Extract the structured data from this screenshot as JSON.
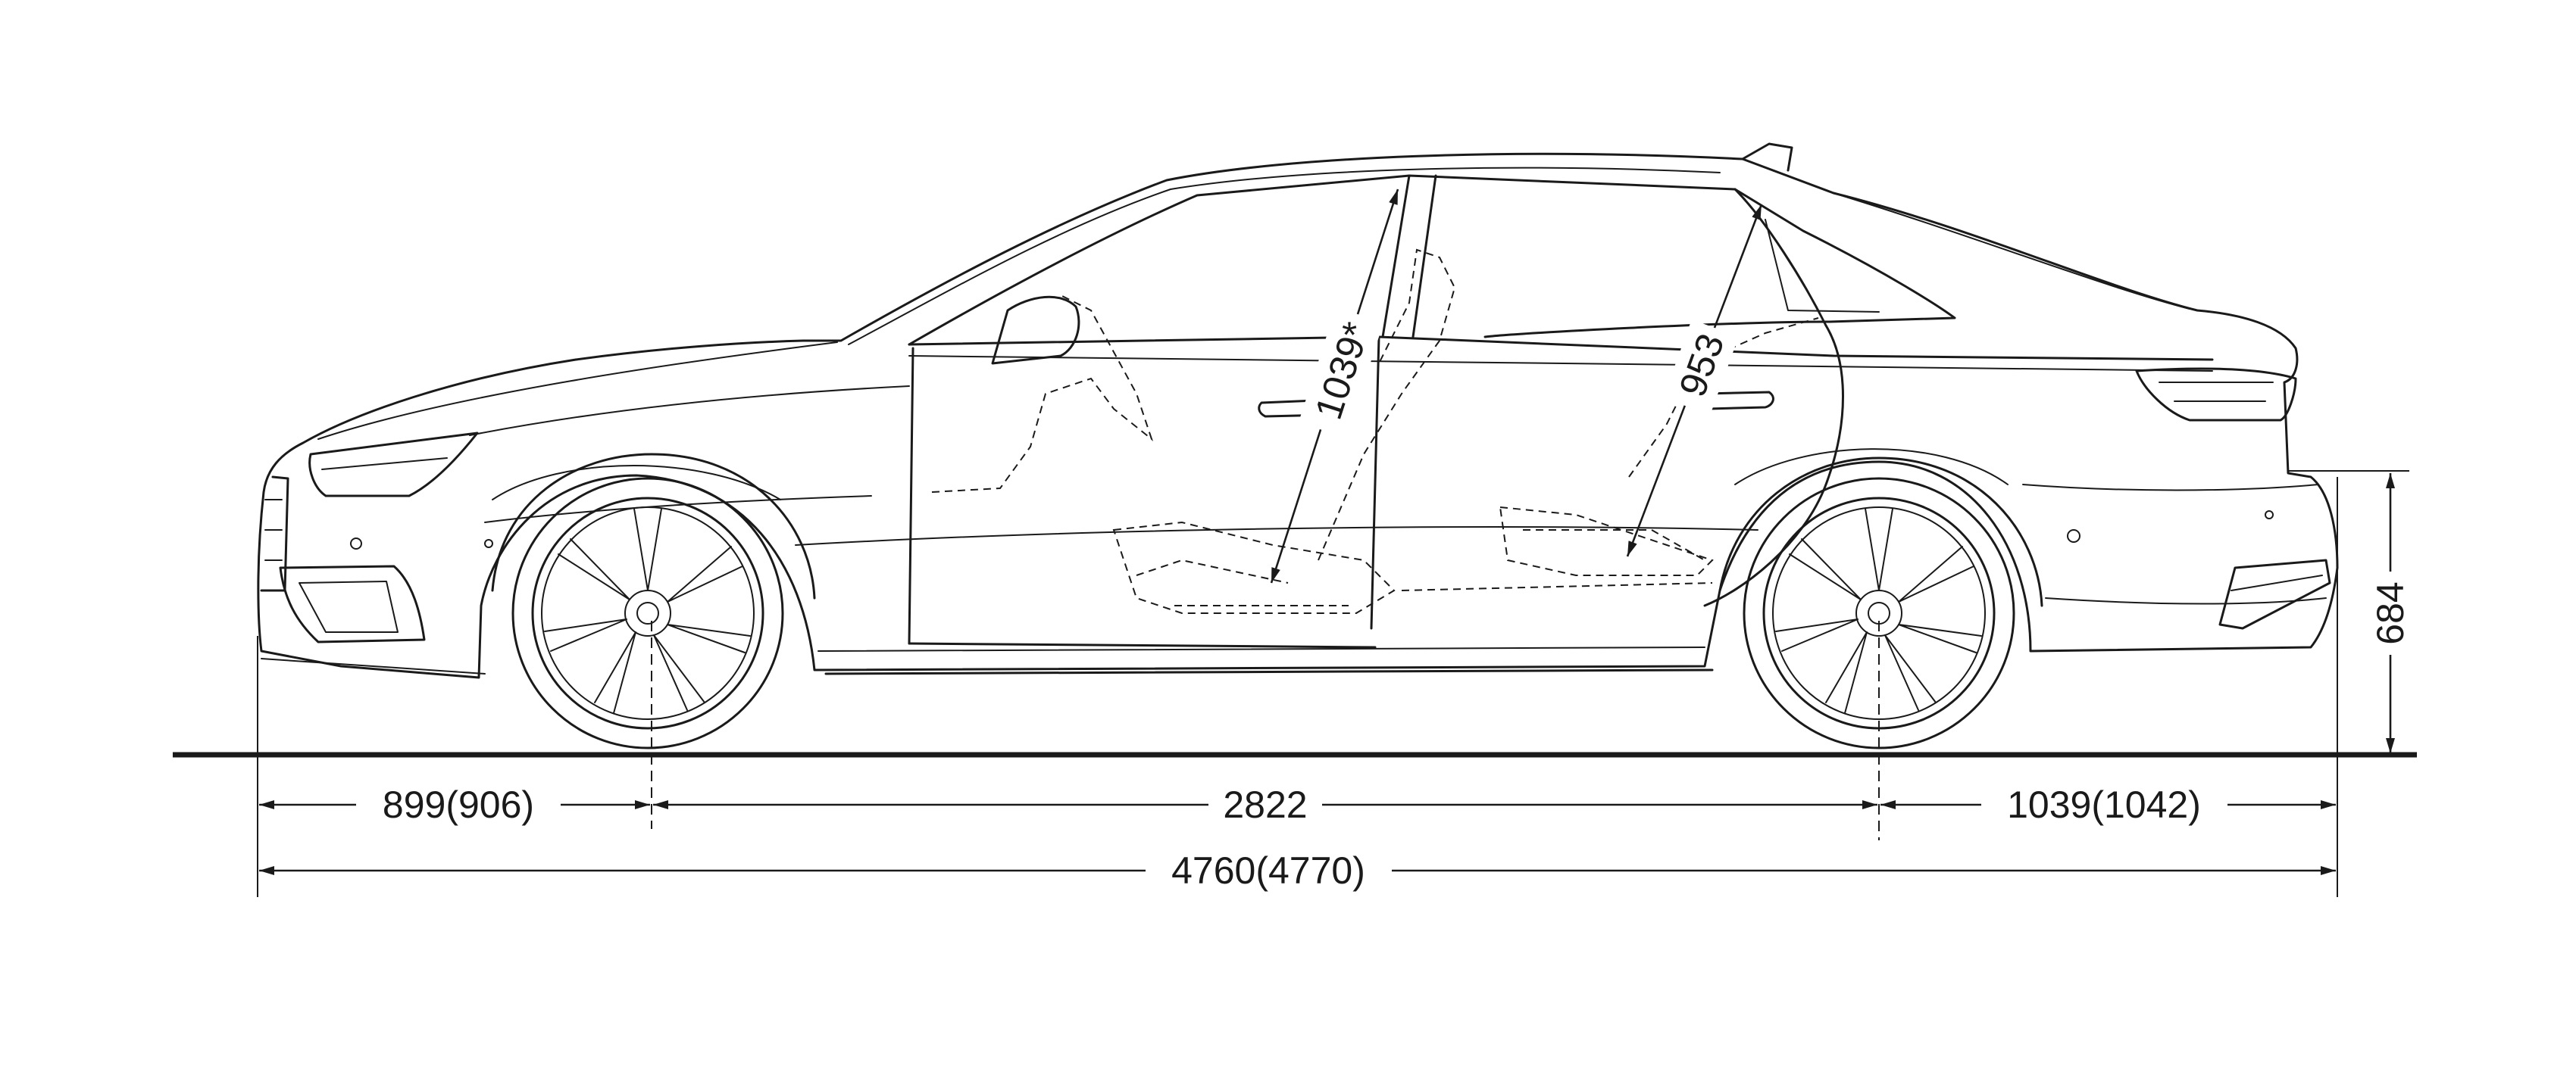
{
  "dimensions": {
    "front_overhang": "899(906)",
    "wheelbase": "2822",
    "rear_overhang": "1039(1042)",
    "overall_length": "4760(4770)",
    "front_headroom": "1039*",
    "rear_headroom": "953",
    "rear_height": "684"
  },
  "colors": {
    "line": "#1a1a1a",
    "background": "#ffffff"
  }
}
